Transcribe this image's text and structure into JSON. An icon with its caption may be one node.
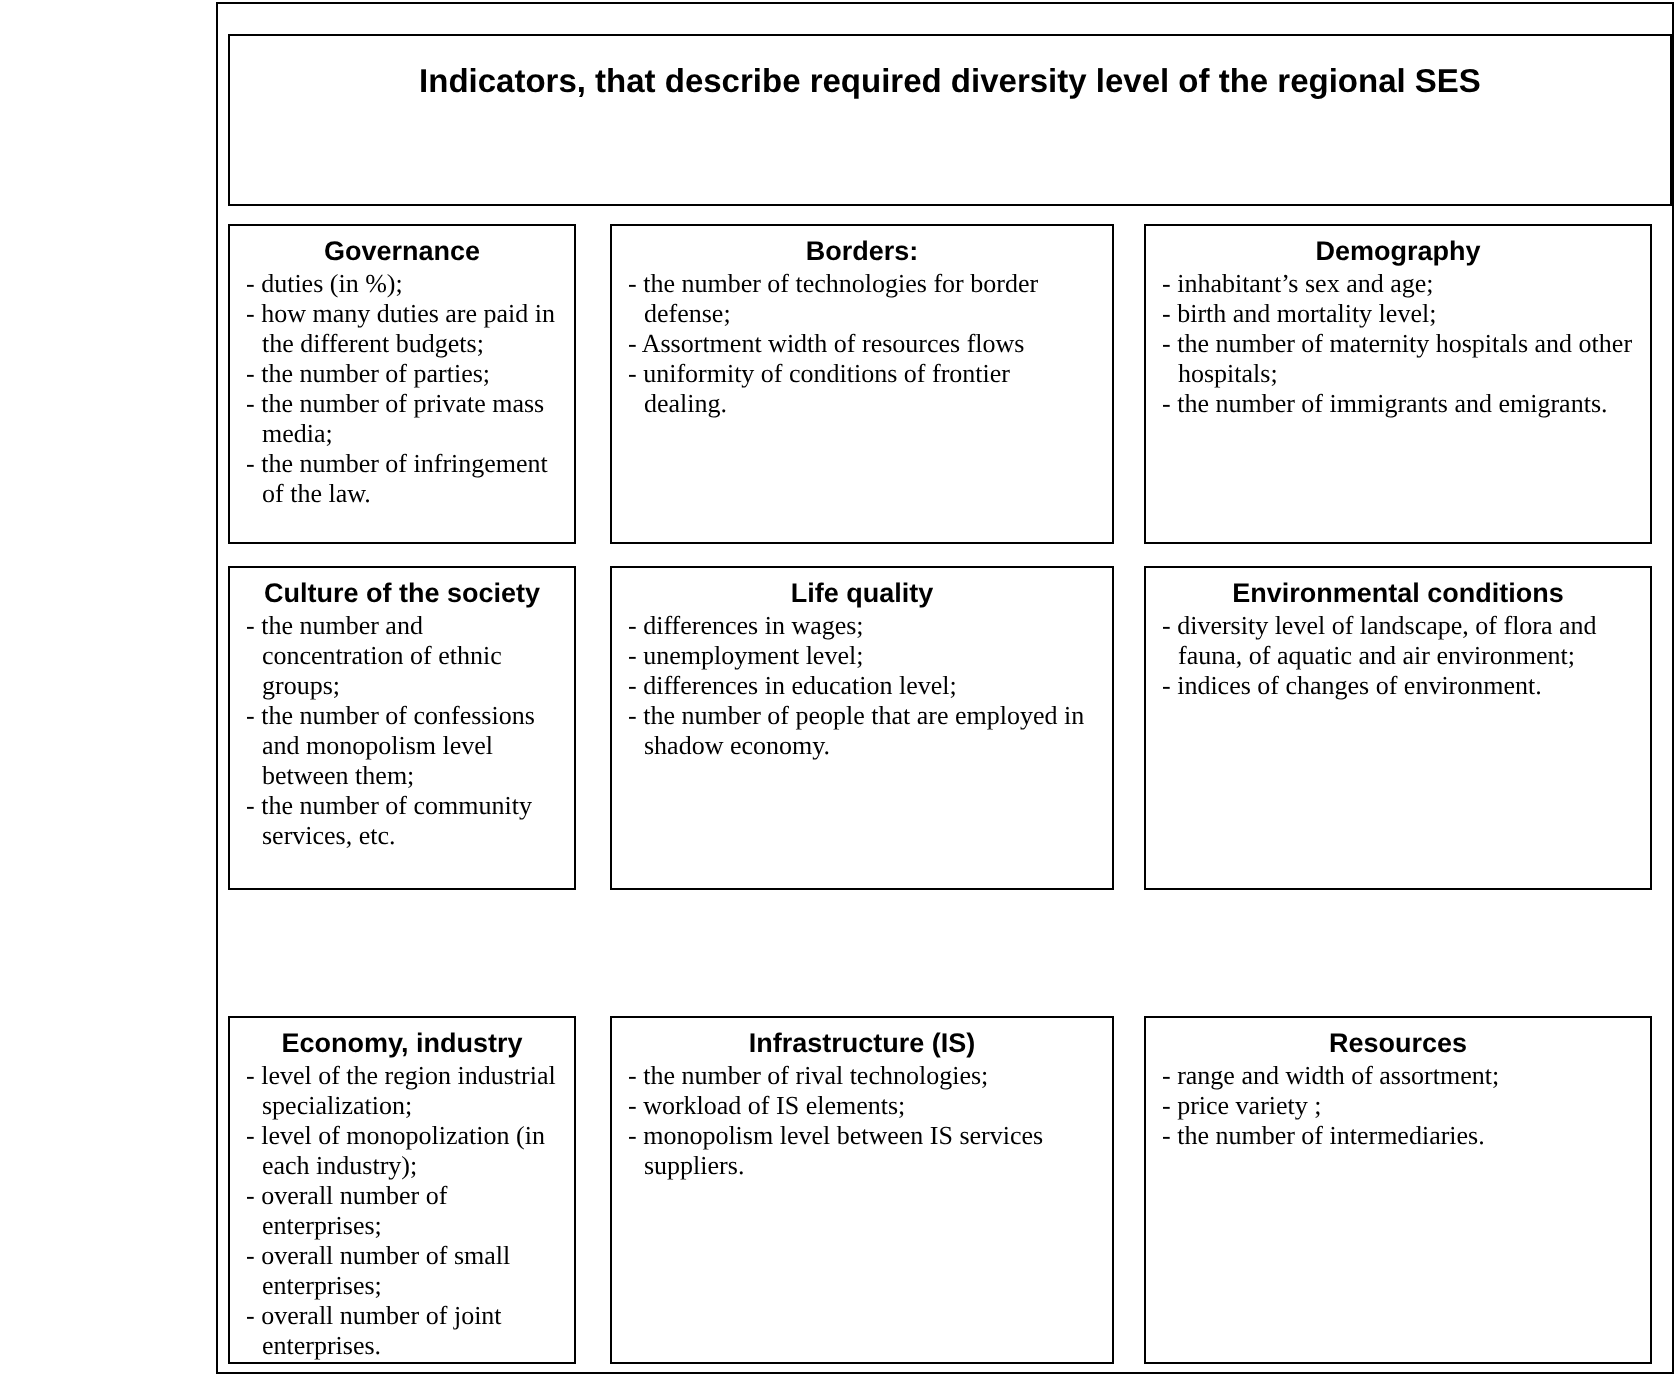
{
  "diagram": {
    "nodes": [
      {
        "text": [
          "Indicators, that describe required diversity level of the regional SES"
        ]
      },
      {
        "text": [
          "Governance",
          "- duties (in %);",
          "- how many duties are paid in the different budgets;",
          "- the number of parties;",
          "- the number of private mass media;",
          "- the number of infringement of the law."
        ]
      },
      {
        "text": [
          "Borders:",
          "- the number of technologies for border defense;",
          "- Assortment width of resources flows",
          "- uniformity of conditions of frontier dealing."
        ]
      },
      {
        "text": [
          "Demography",
          "- inhabitant’s sex and age;",
          "- birth and mortality level;",
          "- the number of maternity hospitals and other hospitals;",
          "- the number of immigrants and emigrants."
        ]
      },
      {
        "text": [
          "Culture of the society",
          "- the number and concentration of ethnic groups;",
          "- the number of confessions and monopolism level between them;",
          "- the number of community services, etc."
        ]
      },
      {
        "text": [
          "Life quality",
          "- differences in wages;",
          "- unemployment level;",
          "- differences in education level;",
          "- the number of people that are employed in shadow economy."
        ]
      },
      {
        "text": [
          "Environmental conditions",
          "- diversity level of landscape, of flora and fauna, of aquatic and air environment;",
          "- indices of changes of environment."
        ]
      },
      {
        "text": [
          "Economy, industry",
          "- level of the region industrial specialization;",
          "- level of monopolization (in each industry);",
          "- overall number of enterprises;",
          "- overall number of small enterprises;",
          "- overall number of joint enterprises."
        ]
      },
      {
        "text": [
          "Infrastructure (IS)",
          "- the number of rival technologies;",
          "- workload of IS elements;",
          "- monopolism level between IS services suppliers."
        ]
      },
      {
        "text": [
          "Resources",
          "- range and width of assortment;",
          "- price variety ;",
          "- the number of intermediaries."
        ]
      }
    ],
    "edges": []
  }
}
